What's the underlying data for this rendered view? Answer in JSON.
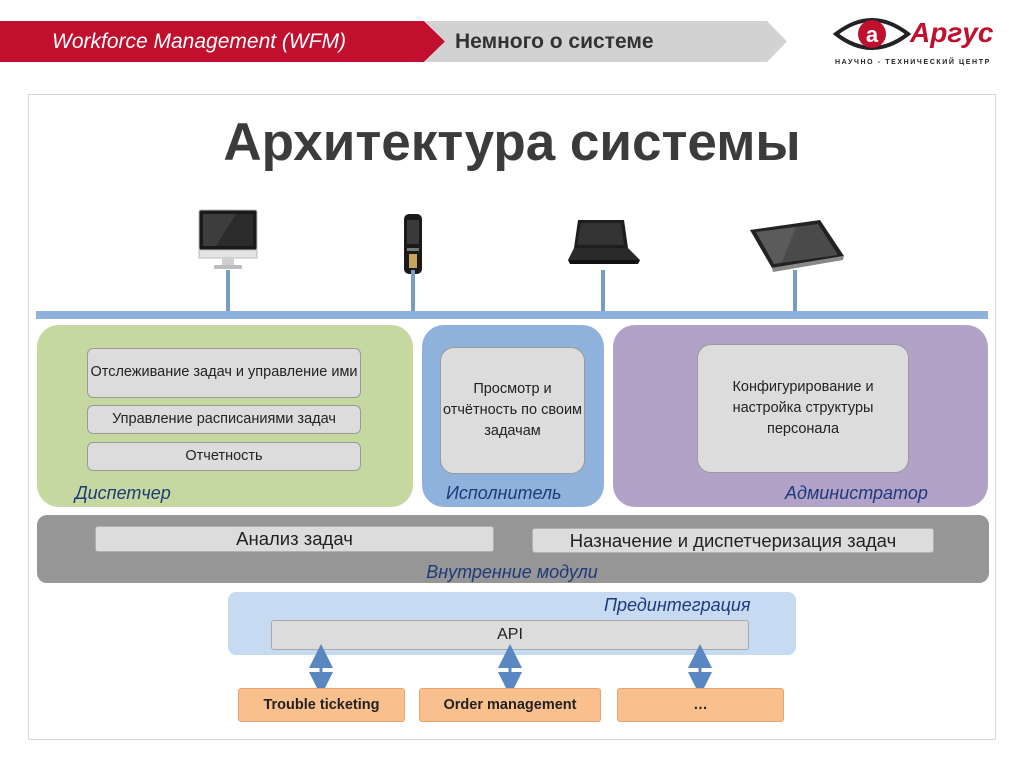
{
  "header": {
    "section": "Workforce Management (WFM)",
    "subsection": "Немного о системе"
  },
  "logo": {
    "name": "Аргус",
    "tagline": "НАУЧНО - ТЕХНИЧЕСКИЙ ЦЕНТР"
  },
  "title": "Архитектура системы",
  "devices": [
    "monitor-icon",
    "phone-icon",
    "laptop-icon",
    "tablet-icon"
  ],
  "roles": {
    "dispatcher": {
      "label": "Диспетчер",
      "functions": [
        "Отслеживание задач и управление ими",
        "Управление расписаниями задач",
        "Отчетность"
      ]
    },
    "executor": {
      "label": "Исполнитель",
      "functions": [
        "Просмотр и отчётность по своим задачам"
      ]
    },
    "administrator": {
      "label": "Администратор",
      "functions": [
        "Конфигурирование и настройка структуры персонала"
      ]
    }
  },
  "internal": {
    "label": "Внутренние модули",
    "modules": [
      "Анализ задач",
      "Назначение и диспетчеризация задач"
    ]
  },
  "preintegration": {
    "label": "Прединтеграция",
    "api": "API"
  },
  "external": [
    "Trouble ticketing",
    "Order management",
    "…"
  ],
  "colors": {
    "brand_red": "#c0102e",
    "dispatcher": "#c5d89f",
    "executor": "#8eb2dc",
    "administrator": "#b3a2c7",
    "internal": "#969696",
    "preintegration": "#c6dbf1",
    "external": "#f9c08d",
    "bus": "#8eb2dc"
  }
}
